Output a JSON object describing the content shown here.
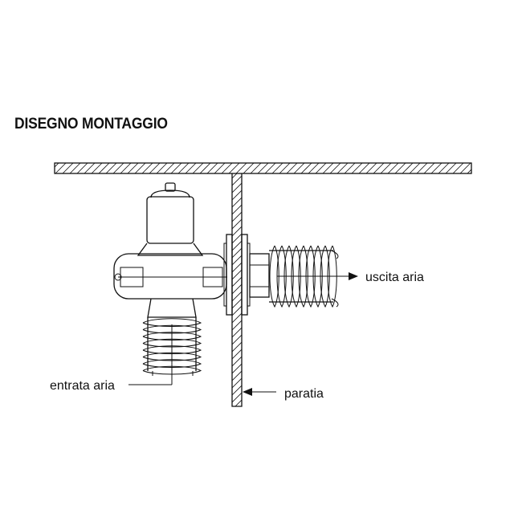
{
  "title": "DISEGNO MONTAGGIO",
  "labels": {
    "outlet": "uscita aria",
    "inlet": "entrata aria",
    "bulkhead": "paratia"
  }
}
